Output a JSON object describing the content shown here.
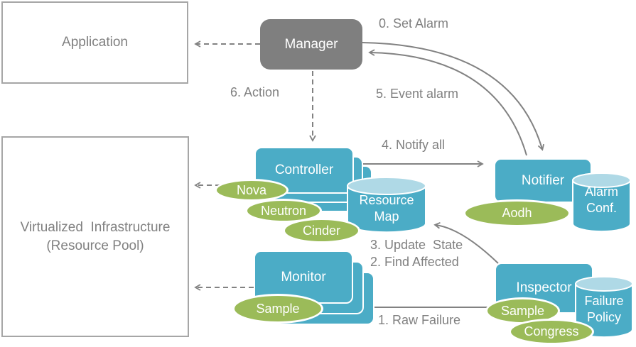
{
  "nodes": {
    "application": {
      "label": "Application"
    },
    "virtualized_infrastructure": {
      "line1": "Virtualized  Infrastructure",
      "line2": "(Resource Pool)"
    },
    "manager": {
      "label": "Manager"
    },
    "controller": {
      "label": "Controller"
    },
    "monitor": {
      "label": "Monitor"
    },
    "notifier": {
      "label": "Notifier"
    },
    "inspector": {
      "label": "Inspector"
    }
  },
  "datastores": {
    "resource_map": {
      "line1": "Resource",
      "line2": "Map"
    },
    "alarm_conf": {
      "line1": "Alarm",
      "line2": "Conf."
    },
    "failure_policy": {
      "line1": "Failure",
      "line2": "Policy"
    }
  },
  "services": {
    "nova": "Nova",
    "neutron": "Neutron",
    "cinder": "Cinder",
    "aodh": "Aodh",
    "sample_monitor": "Sample",
    "sample_inspector": "Sample",
    "congress": "Congress"
  },
  "flows": {
    "set_alarm": "0. Set Alarm",
    "event_alarm": "5. Event alarm",
    "action": "6. Action",
    "notify_all": "4. Notify all",
    "update_state": "3. Update  State",
    "find_affected": "2. Find Affected",
    "raw_failure": "1. Raw Failure"
  },
  "colors": {
    "component_teal": "#4BACC6",
    "cylinder_top": "#AFD9E6",
    "service_green": "#9BBB59",
    "manager_gray": "#7F7F7F",
    "line_gray": "#828282",
    "text_gray": "#808080",
    "box_border_gray": "#A6A6A6"
  }
}
